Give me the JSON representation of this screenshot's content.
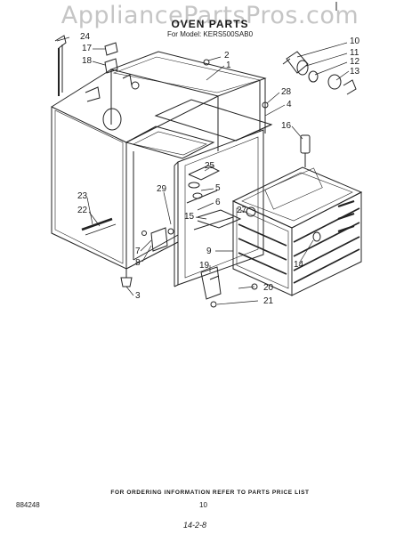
{
  "watermark": "AppliancePartsPros.com",
  "title": "OVEN PARTS",
  "subtitle": "For Model: KERS500SAB0",
  "callouts": [
    "24",
    "17",
    "18",
    "2",
    "1",
    "10",
    "11",
    "12",
    "13",
    "28",
    "4",
    "16",
    "25",
    "5",
    "29",
    "6",
    "23",
    "22",
    "15",
    "27",
    "9",
    "7",
    "14",
    "8",
    "19",
    "20",
    "3",
    "21"
  ],
  "footer": "FOR ORDERING INFORMATION REFER TO PARTS PRICE LIST",
  "doc_number": "884248",
  "page_number": "10",
  "date": "14-2-8"
}
